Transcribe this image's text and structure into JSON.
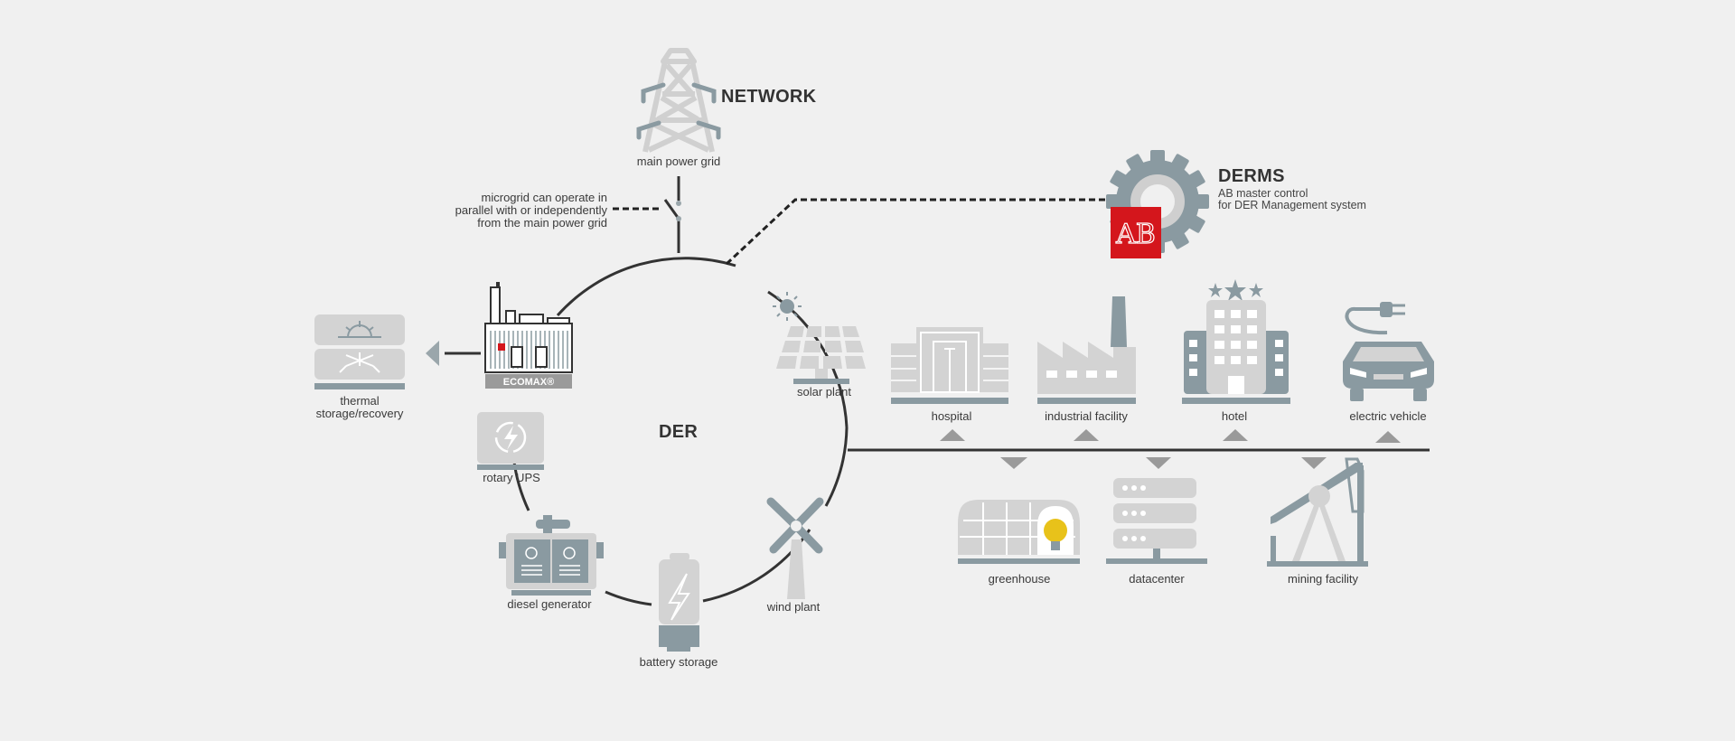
{
  "network": {
    "title": "NETWORK",
    "grid_label": "main power grid"
  },
  "switch_note": {
    "line1": "microgrid can operate in",
    "line2": "parallel with or independently",
    "line3": "from the main power grid"
  },
  "derms": {
    "title": "DERMS",
    "line1": "AB master control",
    "line2": "for DER Management system",
    "logo_text": "AB"
  },
  "der": {
    "title": "DER"
  },
  "generator": {
    "label": "ECOMAX®"
  },
  "sources": {
    "thermal": {
      "line1": "thermal",
      "line2": "storage/recovery"
    },
    "rotary_ups": "rotary UPS",
    "diesel": "diesel generator",
    "battery": "battery storage",
    "wind": "wind plant",
    "solar": "solar plant"
  },
  "consumers_top": [
    "hospital",
    "industrial facility",
    "hotel",
    "electric vehicle"
  ],
  "consumers_bottom": [
    "greenhouse",
    "datacenter",
    "mining facility"
  ],
  "colors": {
    "dark": "#333333",
    "slate": "#8a9aa1",
    "light_gray": "#d3d3d3",
    "red": "#d4161c",
    "yellow": "#e8c21a",
    "background": "#f0f0f0"
  }
}
